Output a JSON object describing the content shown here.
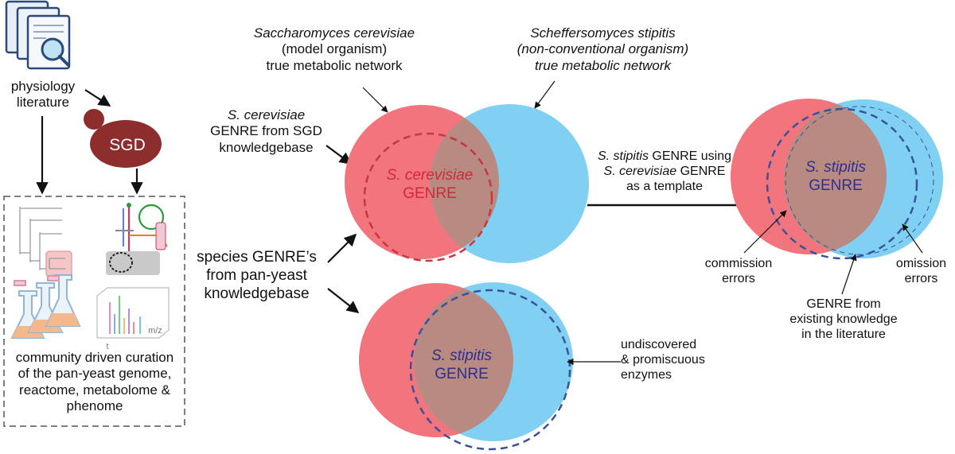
{
  "left_panel": {
    "lit_line1": "physiology",
    "lit_line2": "literature",
    "sgd_logo": "SGD",
    "curation_line1": "community driven curation",
    "curation_line2": "of the pan-yeast genome,",
    "curation_line3": "reactome, metabolome &",
    "curation_line4": "phenome",
    "spectrum_xlabel": "m/z",
    "spectrum_tlabel": "t"
  },
  "inputs": {
    "sgd_line1": "S. cerevisiae",
    "sgd_line2": "GENRE from SGD",
    "sgd_line3": "knowledgebase",
    "pan_line1": "species GENRE’s",
    "pan_line2": "from pan-yeast",
    "pan_line3": "knowledgebase"
  },
  "top_labels": {
    "scer_line1": "Saccharomyces cerevisiae",
    "scer_line2": "(model organism)",
    "scer_line3": "true metabolic network",
    "ssti_line1": "Scheffersomyces stipitis",
    "ssti_line2": "(non-conventional organism)",
    "ssti_line3": "true metabolic network"
  },
  "venn_top": {
    "genre_line1": "S. cerevisiae",
    "genre_line2": "GENRE"
  },
  "venn_bottom": {
    "genre_line1": "S. stipitis",
    "genre_line2": "GENRE"
  },
  "venn_right": {
    "genre_line1": "S. stipitis",
    "genre_line2": "GENRE"
  },
  "template_label": {
    "line1_a": "S. stipitis",
    "line1_b": " GENRE using",
    "line2_a": "S. cerevisiae",
    "line2_b": " GENRE",
    "line3": "as a template"
  },
  "errors": {
    "commission_line1": "commission",
    "commission_line2": "errors",
    "omission_line1": "omission",
    "omission_line2": "errors",
    "existing_line1": "GENRE from",
    "existing_line2": "existing knowledge",
    "existing_line3": "in the literature"
  },
  "undiscovered": {
    "line1": "undiscovered",
    "line2": "& promiscuous",
    "line3": "enzymes"
  },
  "colors": {
    "red_circle": "#f2747c",
    "blue_circle": "#7fd0f2",
    "overlap": "#b88a82",
    "dashed_red": "#c8363f",
    "dashed_blue": "#39539a"
  }
}
